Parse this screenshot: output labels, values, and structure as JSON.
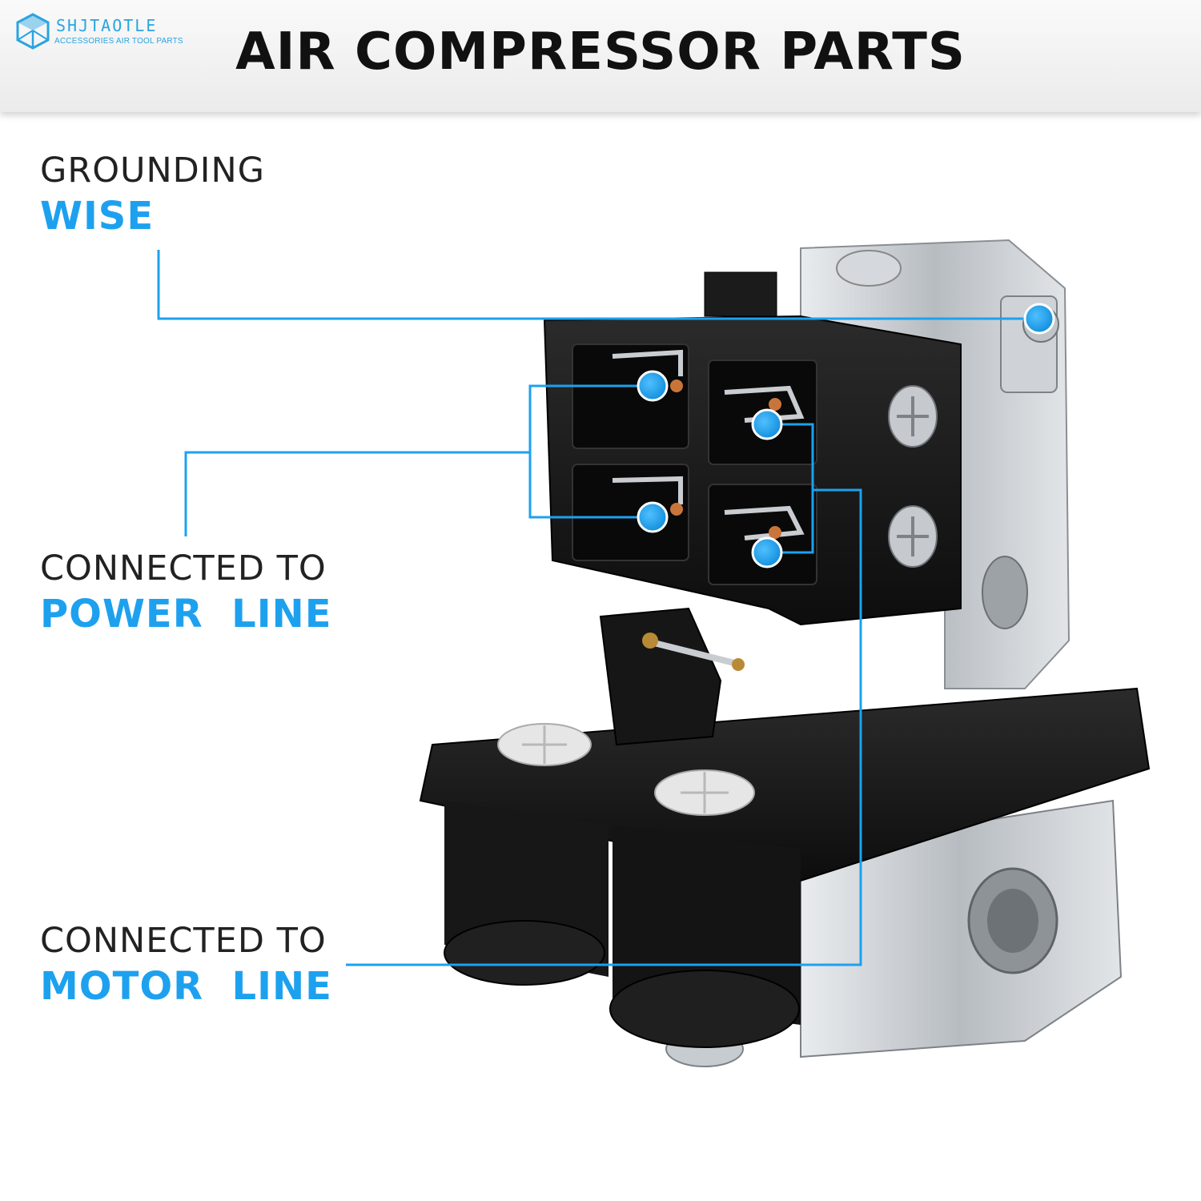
{
  "brand": {
    "name": "SHJTAOTLE",
    "tagline": "ACCESSORIES AIR TOOL PARTS",
    "logo_icon": "cube-logo-icon",
    "color": "#2aa4e0"
  },
  "header": {
    "title": "AIR COMPRESSOR PARTS"
  },
  "callouts": {
    "grounding": {
      "line1": "GROUNDING",
      "line2": "WISE"
    },
    "power": {
      "line1": "CONNECTED TO",
      "line2": "POWER  LINE"
    },
    "motor": {
      "line1": "CONNECTED TO",
      "line2": "MOTOR  LINE"
    }
  },
  "colors": {
    "accent": "#1da1ef",
    "text": "#222222",
    "switch_body": "#1b1b1b",
    "metal": "#c9cdd1"
  }
}
